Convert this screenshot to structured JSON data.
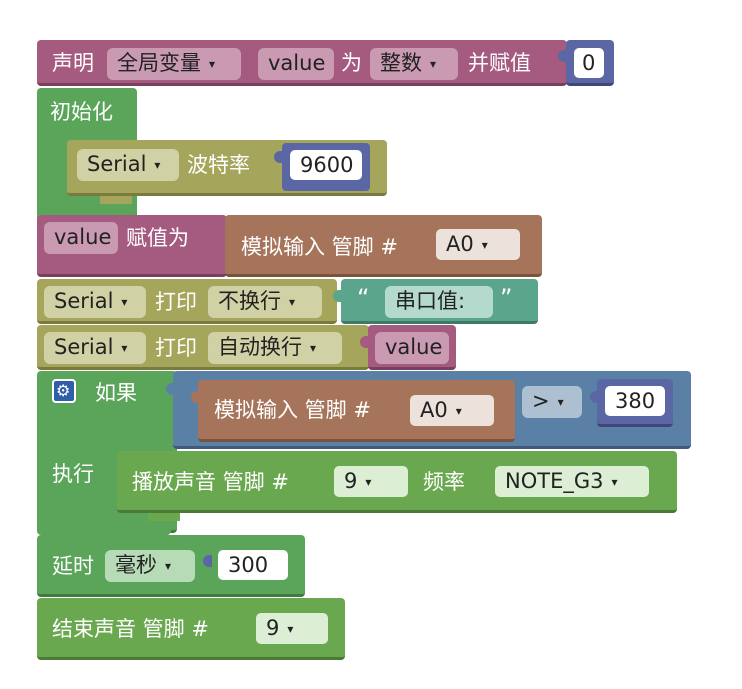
{
  "colors": {
    "variable": "#a55b80",
    "math": "#5b67a5",
    "setup": "#5ba55b",
    "serial": "#a5a55b",
    "text": "#5ba58c",
    "analog": "#a5745b",
    "logic": "#5b80a5",
    "tone": "#6aa84f"
  },
  "declare": {
    "label": "声明",
    "scope": "全局变量",
    "name": "value",
    "label2": "为",
    "type": "整数",
    "label3": "并赋值",
    "value": "0"
  },
  "setup": {
    "label": "初始化"
  },
  "baud": {
    "serial": "Serial",
    "label": "波特率",
    "value": "9600"
  },
  "assign": {
    "var": "value",
    "label": "赋值为",
    "analog_label": "模拟输入 管脚 #",
    "pin": "A0"
  },
  "print1": {
    "serial": "Serial",
    "label": "打印",
    "mode": "不换行",
    "open_quote": "“",
    "text": "串口值:",
    "close_quote": "”"
  },
  "print2": {
    "serial": "Serial",
    "label": "打印",
    "mode": "自动换行",
    "var": "value"
  },
  "if_block": {
    "gear": "⚙",
    "if_label": "如果",
    "analog_label": "模拟输入 管脚 #",
    "pin": "A0",
    "op": ">",
    "value": "380",
    "do_label": "执行"
  },
  "tone": {
    "label": "播放声音  管脚 #",
    "pin": "9",
    "freq_label": "频率",
    "note": "NOTE_G3"
  },
  "delay": {
    "label": "延时",
    "unit": "毫秒",
    "value": "300"
  },
  "notone": {
    "label": "结束声音  管脚 #",
    "pin": "9"
  },
  "dropdown_arrow": "▾"
}
